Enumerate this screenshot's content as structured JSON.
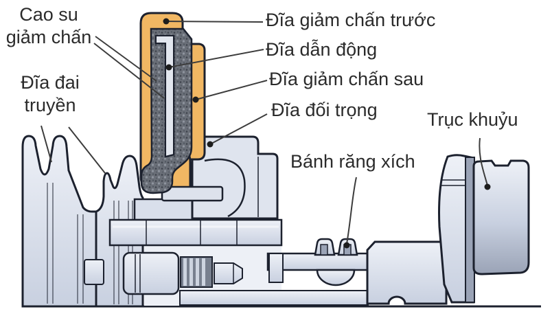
{
  "figure_type": "mechanical-cross-section-diagram",
  "labels": {
    "cao_su": {
      "text": "Cao su\ngiảm chấn"
    },
    "dia_dai_truyen": {
      "text": "Đĩa đai\ntruyền"
    },
    "dia_giam_chan_truoc": {
      "text": "Đĩa giảm chấn trước"
    },
    "dia_dan_dong": {
      "text": "Đĩa dẫn động"
    },
    "dia_giam_chan_sau": {
      "text": "Đĩa giảm chấn sau"
    },
    "dia_doi_trong": {
      "text": "Đĩa đối trọng"
    },
    "truc_khuyu": {
      "text": "Trục khuỷu"
    },
    "banh_rang_xich": {
      "text": "Bánh răng xích"
    }
  },
  "colors": {
    "background": "#ffffff",
    "damper_plate_orange": "#f1b763",
    "rubber_dark": "#6a6f78",
    "metal_light": "#eef1f7",
    "metal_mid": "#c8d0e0",
    "metal_shadow": "#9aa3b6",
    "counterweight_fill": "#dfe4ee",
    "outline": "#1c212e",
    "label_text": "#2b2b2b",
    "leader_line": "#3c3c3c"
  }
}
